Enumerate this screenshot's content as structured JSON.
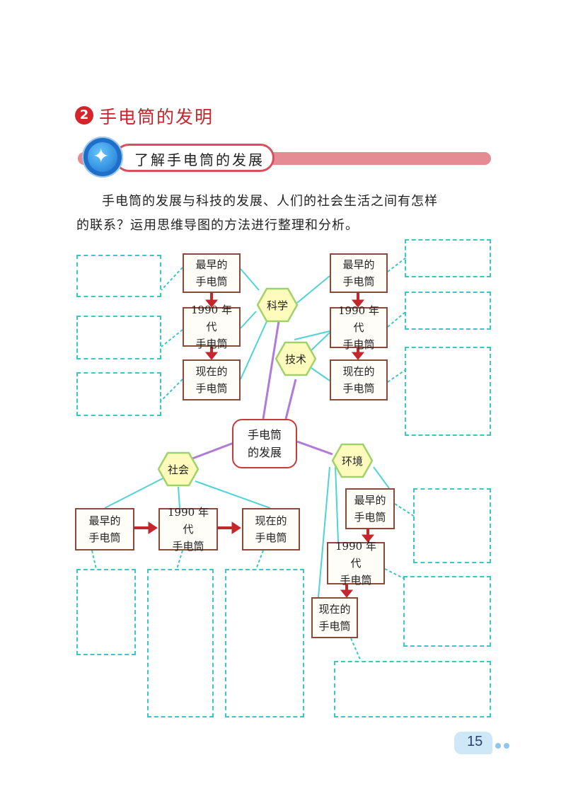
{
  "section": {
    "number": "2",
    "title": "手电筒的发明"
  },
  "banner": {
    "title": "了解手电筒的发展",
    "badge_icon": "person-icon"
  },
  "paragraph": {
    "line1": "手电筒的发展与科技的发展、人们的社会生活之间有怎样",
    "line2": "的联系？运用思维导图的方法进行整理和分析。"
  },
  "mindmap": {
    "center": "手电筒\n的发展",
    "branches": {
      "science": {
        "label": "科学",
        "boxes": [
          "最早的\n手电筒",
          "1990 年代\n手电筒",
          "现在的\n手电筒"
        ]
      },
      "technology": {
        "label": "技术",
        "boxes": [
          "最早的\n手电筒",
          "1990 年代\n手电筒",
          "现在的\n手电筒"
        ]
      },
      "society": {
        "label": "社会",
        "boxes": [
          "最早的\n手电筒",
          "1990 年代\n手电筒",
          "现在的\n手电筒"
        ]
      },
      "environment": {
        "label": "环境",
        "boxes": [
          "最早的\n手电筒",
          "1990 年代\n手电筒",
          "现在的\n手电筒"
        ]
      }
    },
    "colors": {
      "hexagon_fill": "#fffbbd",
      "hexagon_stroke": "#9fd36a",
      "center_line": "#b07ad8",
      "branch_line": "#4fd4d6",
      "arrow": "#c4262b",
      "box_border": "#8a4a3a",
      "dashed_box": "#3cc6c8"
    }
  },
  "footer": {
    "page_number": "15"
  }
}
